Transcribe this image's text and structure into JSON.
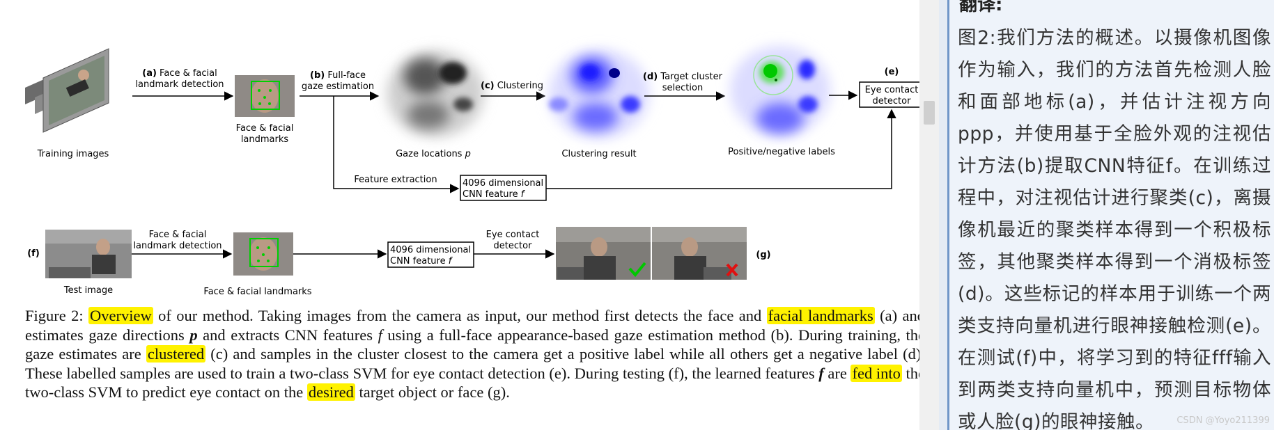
{
  "diagram": {
    "labels": {
      "training_images": "Training images",
      "step_a_tag": "(a)",
      "step_a_line1": "Face & facial",
      "step_a_line2": "landmark detection",
      "face_landmarks_line1": "Face & facial",
      "face_landmarks_line2": "landmarks",
      "step_b_tag": "(b)",
      "step_b_line1": "Full-face",
      "step_b_line2": "gaze estimation",
      "gaze_locations": "Gaze locations",
      "gaze_locations_var": "p",
      "step_c_tag": "(c)",
      "step_c_label": "Clustering",
      "clustering_result": "Clustering result",
      "step_d_tag": "(d)",
      "step_d_line1": "Target cluster",
      "step_d_line2": "selection",
      "positive_negative": "Positive/negative labels",
      "step_e_tag": "(e)",
      "eye_contact_line1": "Eye contact",
      "eye_contact_line2": "detector",
      "feature_extraction": "Feature extraction",
      "cnn_line1": "4096 dimensional",
      "cnn_line2": "CNN feature",
      "cnn_var": "f",
      "step_f_tag": "(f)",
      "test_image": "Test image",
      "test_face_line1": "Face & facial",
      "test_face_line2": "landmark detection",
      "test_face_landmarks": "Face & facial landmarks",
      "test_cnn_line1": "4096 dimensional",
      "test_cnn_line2": "CNN feature",
      "test_cnn_var": "f",
      "test_eye_line1": "Eye contact",
      "test_eye_line2": "detector",
      "step_g_tag": "(g)"
    }
  },
  "caption": {
    "lines": [
      [
        {
          "t": "Figure 2: "
        },
        {
          "t": "Overview",
          "hl": true
        },
        {
          "t": " of our method. Taking images from the camera as input, our method first detects the face and "
        },
        {
          "t": "facial landmarks",
          "hl": true
        }
      ],
      [
        {
          "t": "(a) and estimates gaze directions "
        },
        {
          "t": "p",
          "b": true,
          "i": true
        },
        {
          "t": " and extracts CNN features "
        },
        {
          "t": "f",
          "i": true
        },
        {
          "t": " using a full-face appearance-based gaze estimation method (b)."
        }
      ],
      [
        {
          "t": "During training, the gaze estimates are "
        },
        {
          "t": "clustered",
          "hl": true
        },
        {
          "t": " (c) and samples in the cluster closest to the camera get a positive label while all"
        }
      ],
      [
        {
          "t": "others get a negative label (d). These labelled samples are used to train a two-class SVM for eye contact detection (e). During"
        }
      ],
      [
        {
          "t": "testing (f), the learned features "
        },
        {
          "t": "f",
          "b": true,
          "i": true
        },
        {
          "t": " are "
        },
        {
          "t": "fed into",
          "hl": true
        },
        {
          "t": " the two-class SVM to predict eye contact on the "
        },
        {
          "t": "desired",
          "hl": true
        },
        {
          "t": " target object or face (g)."
        }
      ]
    ]
  },
  "note": {
    "heading": "翻译:",
    "text": "图2:我们方法的概述。以摄像机图像作为输入，我们的方法首先检测人脸和面部地标(a)，并估计注视方向ppp，并使用基于全脸外观的注视估计方法(b)提取CNN特征f。在训练过程中，对注视估计进行聚类(c)，离摄像机最近的聚类样本得到一个积极标签，其他聚类样本得到一个消极标签(d)。这些标记的样本用于训练一个两类支持向量机进行眼神接触检测(e)。在测试(f)中，将学习到的特征fff输入到两类支持向量机中，预测目标物体或人脸(g)的眼神接触。",
    "watermark": "CSDN @Yoyo211399"
  },
  "colors": {
    "highlight": "#fff200",
    "cluster_blue": "#1a1aff",
    "positive_green": "#00c800",
    "negative_red": "#e01010",
    "note_bg": "#eef3fa",
    "note_border": "#6f96c8"
  }
}
